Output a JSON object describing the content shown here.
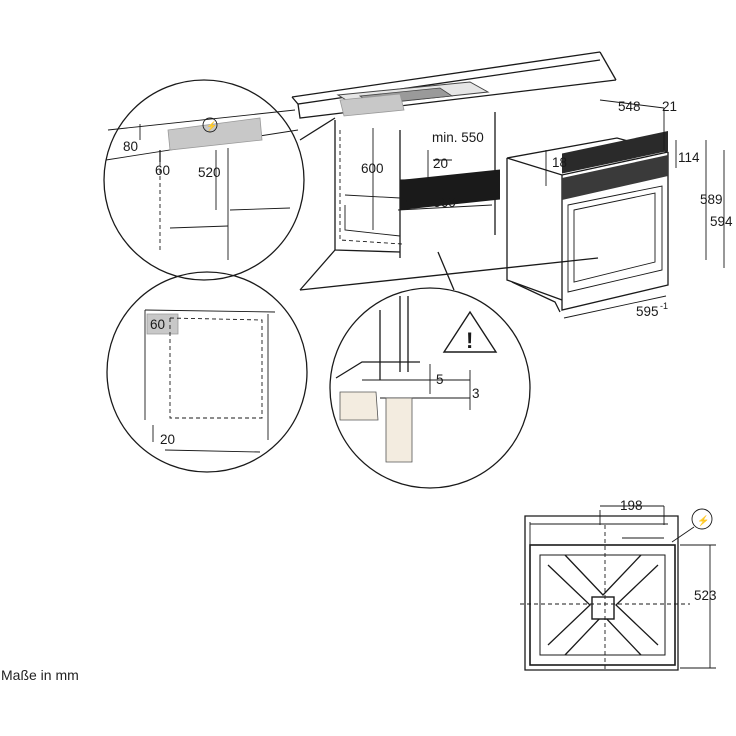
{
  "note": "Maße in mm",
  "dims": {
    "d80": "80",
    "d60a": "60",
    "d520": "520",
    "d600": "600",
    "min550": "min. 550",
    "d20a": "20",
    "min560": "min. 560",
    "d548": "548",
    "d21": "21",
    "d18": "18",
    "d114": "114",
    "d589": "589",
    "d594": "594",
    "d595": "595",
    "d595sup": "-1",
    "d60b": "60",
    "d20b": "20",
    "d5": "5",
    "d3": "3",
    "d198": "198",
    "d523": "523"
  }
}
